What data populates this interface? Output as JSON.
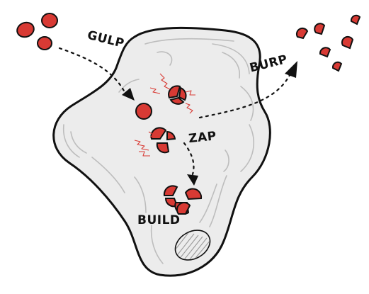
{
  "labels": {
    "gulp": "GULP",
    "burp": "BURP",
    "zap": "ZAP",
    "build": "BUILD"
  },
  "colors": {
    "particle_fill": "#d83a34",
    "outline": "#111111",
    "cell_fill": "#ececec",
    "inner_lines": "#bdbdbd",
    "spark": "#d83a34"
  }
}
